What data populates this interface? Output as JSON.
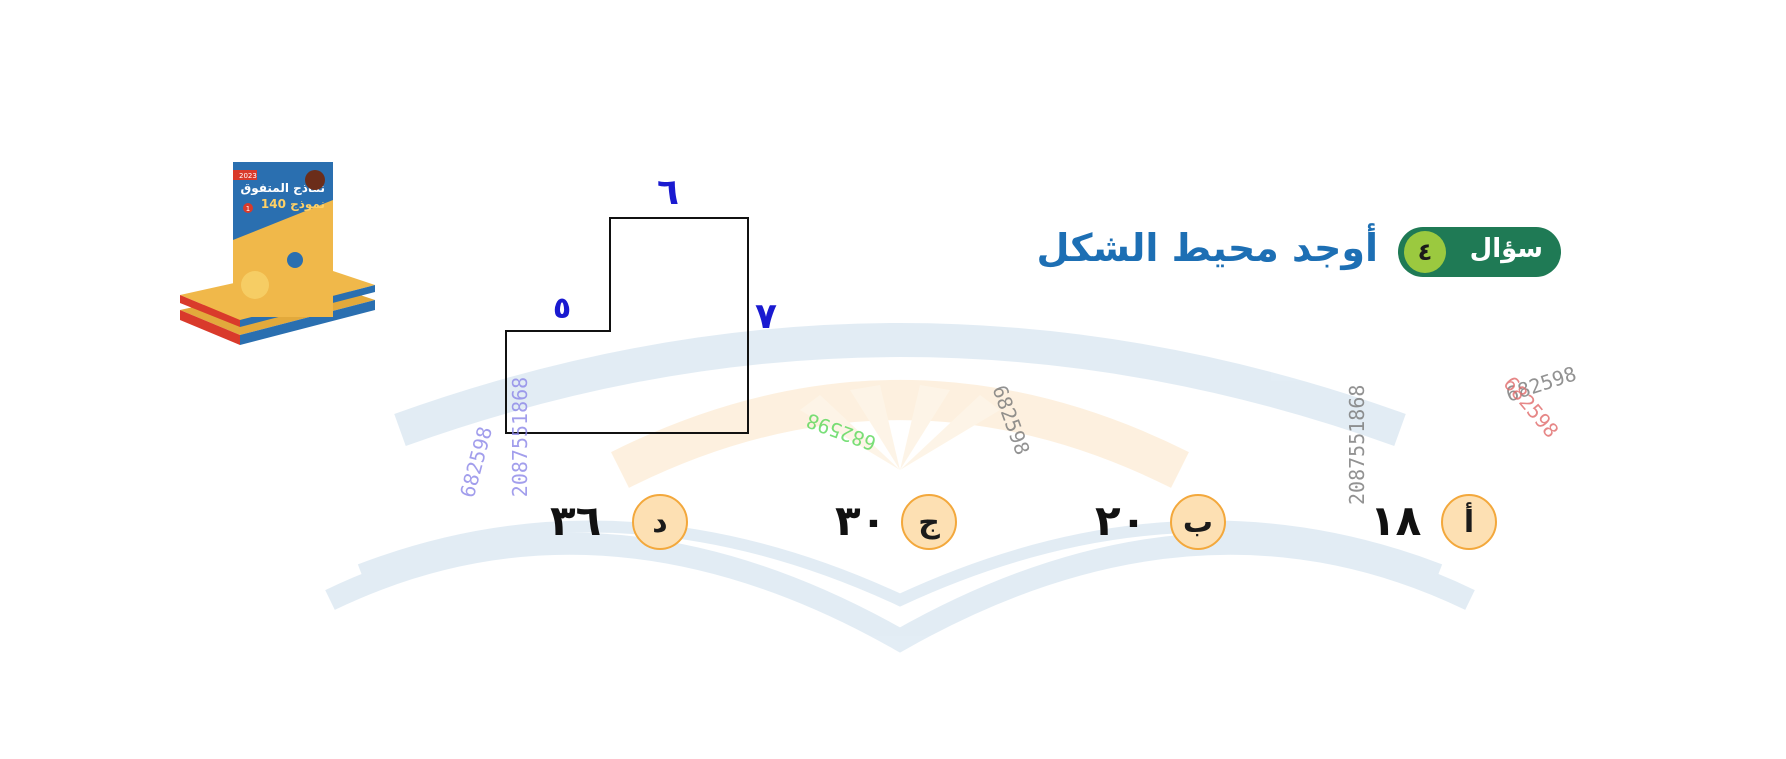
{
  "question": {
    "label": "سؤال",
    "number": "٤",
    "text": "أوجد محيط الشكل"
  },
  "figure": {
    "top_label": "٦",
    "right_label": "٧",
    "step_label": "٥"
  },
  "options": [
    {
      "letter": "أ",
      "value": "١٨"
    },
    {
      "letter": "ب",
      "value": "٢٠"
    },
    {
      "letter": "ج",
      "value": "٣٠"
    },
    {
      "letter": "د",
      "value": "٣٦"
    }
  ],
  "watermarks": {
    "phone": "2087551868",
    "code": "682598"
  },
  "colors": {
    "pill": "#1f7a55",
    "pill_number": "#9bc93f",
    "question_text": "#1d6fb4",
    "option_fill": "#fde0b3",
    "option_border": "#f3a83c",
    "figure_labels": "#1a1ad0"
  },
  "book": {
    "icon": "book-cover-icon",
    "year": "2023",
    "title_line1": "نماذج المتفوق",
    "title_line2": "140 نموذج",
    "badge": "1"
  }
}
